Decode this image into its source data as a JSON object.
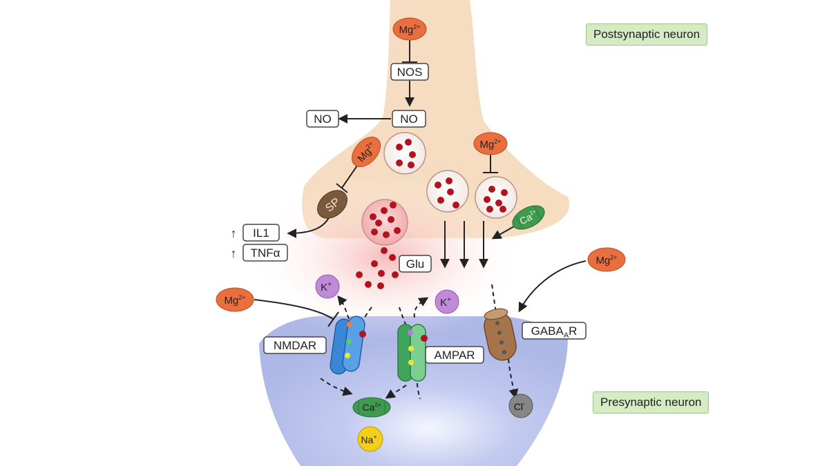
{
  "labels": {
    "postsynaptic": "Postsynaptic neuron",
    "presynaptic": "Presynaptic neuron"
  },
  "boxes": {
    "nos": "NOS",
    "no_inner": "NO",
    "no_outer": "NO",
    "il1": "IL1",
    "tnf": "TNFα",
    "glu": "Glu",
    "nmdar": "NMDAR",
    "ampar": "AMPAR",
    "gabaa_main": "GABA",
    "gabaa_sub": "A",
    "gabaa_tail": "R"
  },
  "ions": {
    "mg_base": "Mg",
    "mg_charge": "2+",
    "ca_base": "Ca",
    "ca_charge": "2+",
    "k_base": "K",
    "k_charge": "+",
    "na_base": "Na",
    "na_charge": "+",
    "cl_base": "Cl",
    "cl_charge": "-",
    "sp": "SP"
  },
  "markers": {
    "up_arrow_1": "↑",
    "up_arrow_2": "↑"
  },
  "colors": {
    "post_neuron": "#f6dcc0",
    "pre_neuron": "#b6bfe9",
    "mg": "#ea6f3f",
    "ca": "#3f9a4f",
    "k": "#c08ad8",
    "na": "#f1cf1b",
    "cl": "#868686",
    "sp": "#7a5a3c",
    "nmdar": "#3b87d6",
    "ampar": "#55b66d",
    "gabaar": "#a5744a",
    "vesicle_dot": "#b0141e",
    "label_bg": "#d5ebc4"
  }
}
